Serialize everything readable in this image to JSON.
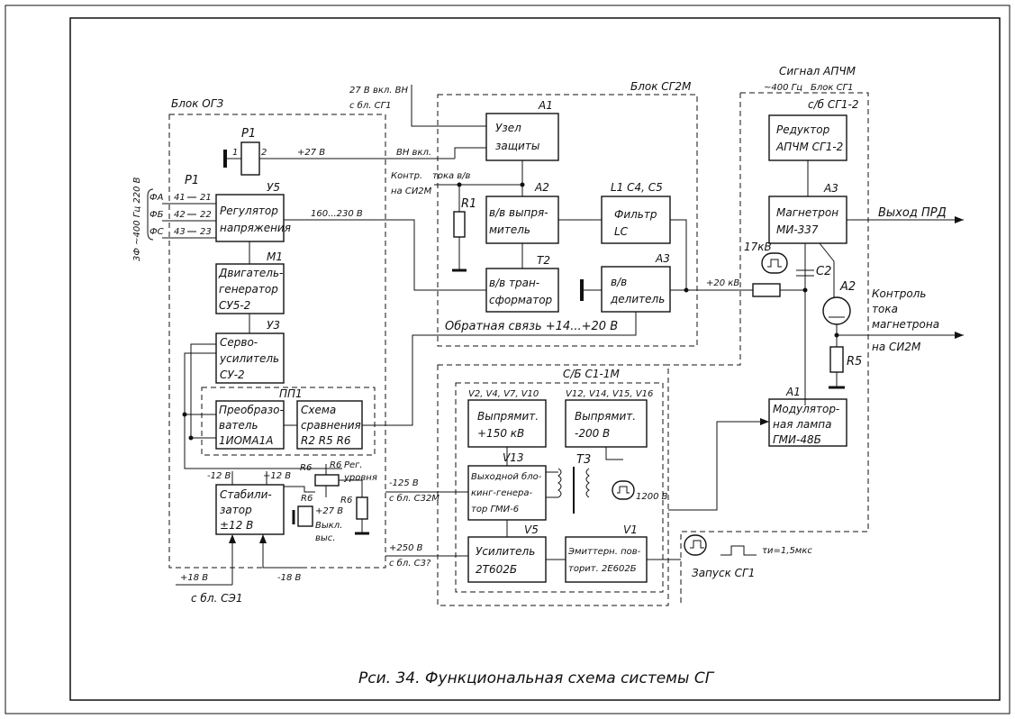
{
  "caption": "Рси. 34. Функциональная схема системы СГ",
  "groups": {
    "ogz": "Блок ОГЗ",
    "sg2m": "Блок СГ2М",
    "sb": "С/Б С1-1М",
    "apchm": "Сигнал АПЧМ",
    "apchm_sub1": "~400 Гц",
    "apchm_sub2": "Блок СГ1",
    "apchm_sub3": "с/б СГ1-2"
  },
  "blocks": {
    "u5": {
      "ref": "У5",
      "l1": "Регулятор",
      "l2": "напряжения"
    },
    "m1": {
      "ref": "М1",
      "l1": "Двигатель-",
      "l2": "генератор",
      "l3": "СУ5-2"
    },
    "u3": {
      "ref": "У3",
      "l1": "Серво-",
      "l2": "усилитель",
      "l3": "СУ-2"
    },
    "pp1": {
      "ref": "ПП1",
      "l1": "Преобразо-",
      "l2": "ватель",
      "l3": "1ИОМА1А"
    },
    "cmp": {
      "l1": "Схема",
      "l2": "сравнения",
      "l3": "R2 R5 R6"
    },
    "stab": {
      "l1": "Стабили-",
      "l2": "затор",
      "l3": "±12 В"
    },
    "a1top": {
      "ref": "А1",
      "l1": "Узел",
      "l2": "защиты"
    },
    "a2": {
      "ref": "А2",
      "l1": "в/в выпря-",
      "l2": "митель"
    },
    "filt": {
      "ref": "L1 С4, С5",
      "l1": "Фильтр",
      "l2": "LC"
    },
    "t2": {
      "ref": "Т2",
      "l1": "в/в тран-",
      "l2": "сформатор"
    },
    "a3d": {
      "ref": "А3",
      "l1": "в/в",
      "l2": "делитель"
    },
    "red": {
      "l1": "Редуктор",
      "l2": "АПЧМ СГ1-2"
    },
    "mag": {
      "ref": "А3",
      "l1": "Магнетрон",
      "l2": "МИ-337"
    },
    "mod": {
      "ref": "А1",
      "l1": "Модулятор-",
      "l2": "ная лампа",
      "l3": "ГМИ-48Б"
    },
    "r150": {
      "ref": "V2, V4, V7, V10",
      "l1": "Выпрямит.",
      "l2": "+150 кВ"
    },
    "r200": {
      "ref": "V12, V14, V15, V16",
      "l1": "Выпрямит.",
      "l2": "-200 В"
    },
    "blk": {
      "ref": "V13",
      "l1": "Выходной бло-",
      "l2": "кинг-генера-",
      "l3": "тор ГМИ-6"
    },
    "amp": {
      "ref": "V5",
      "l1": "Усилитель",
      "l2": "2Т602Б"
    },
    "emit": {
      "ref": "V1",
      "l1": "Эмиттерн. пов-",
      "l2": "торит. 2Е602Б"
    }
  },
  "labels": {
    "p1a": "Р1",
    "p1a_1": "1",
    "p1a_2": "2",
    "p1b": "Р1",
    "v27": "+27 В",
    "bnvkl": "ВН вкл.",
    "v27bn1": "27 В вкл. ВН",
    "v27bn2": "с бл. СГ1",
    "kontr1": "Контр.",
    "kontr2": "на СИ2М",
    "toka": "тока в/в",
    "r1": "R1",
    "v160": "160...230 В",
    "phase_a": "ФА",
    "phase_b": "ФБ",
    "phase_c": "ФС",
    "t41": "41",
    "t42": "42",
    "t43": "43",
    "t21": "21",
    "t22": "22",
    "t23": "23",
    "supply": "3Ф ~400 Гц 220 В",
    "fb": "Обратная связь +14...+20 В",
    "v20k": "+20 кВ",
    "v17k": "17кВ",
    "c2": "С2",
    "a2lamp": "А2",
    "r5": "R5",
    "out_prd": "Выход ПРД",
    "kt1": "Контроль",
    "kt2": "тока",
    "kt3": "магнетрона",
    "kt4": "на СИ2М",
    "m12": "-12 В",
    "p12": "+12 В",
    "r6a": "R6",
    "r6b": "R6",
    "r6c": "R6",
    "r6d": "R6",
    "reg1": "Рег.",
    "reg2": "уровня",
    "p27b": "+27 В",
    "vykl1": "Выкл.",
    "vykl2": "выс.",
    "v125": "-125 В",
    "v125s": "с бл. С32М",
    "v250": "+250 В",
    "v250s": "с бл. С3?",
    "v18p": "+18 В",
    "v18m": "-18 В",
    "fromse1": "с бл. СЭ1",
    "t3": "Т3",
    "v1200": "1200 В",
    "zapusk": "Запуск СГ1",
    "tau": "τи=1,5мкс"
  }
}
